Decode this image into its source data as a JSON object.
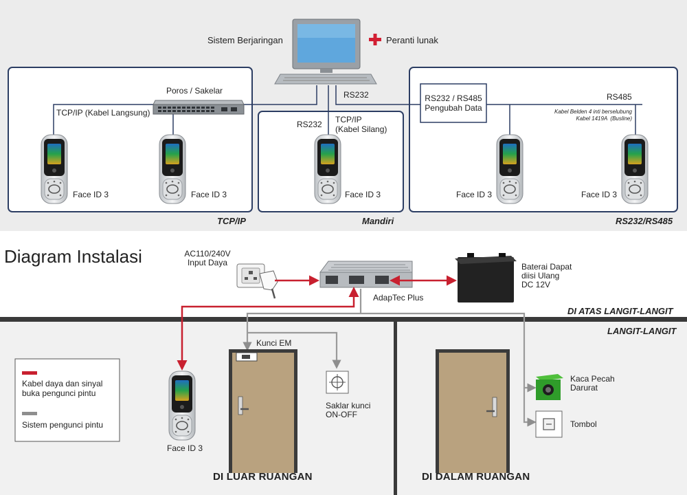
{
  "top": {
    "networked_system": "Sistem Berjaringan",
    "plus_software": "Peranti lunak",
    "rs232_top": "RS232",
    "switch_label": "Poros / Sakelar",
    "tcpip_direct": "TCP/IP (Kabel Langsung)",
    "rs232_mid": "RS232",
    "tcpip_cross": "TCP/IP\n(Kabel Silang)",
    "converter": "RS232 / RS485\nPengubah Data",
    "rs485": "RS485",
    "belden_note": "Kabel Belden 4 inti berselubung\nKabel 1419A  (Busline)",
    "device_label": "Face ID 3",
    "section_tcpip": "TCP/IP",
    "section_mandiri": "Mandiri",
    "section_rs": "RS232/RS485"
  },
  "install": {
    "title": "Diagram Instalasi",
    "power_input": "AC110/240V\nInput Daya",
    "adaptec": "AdapTec Plus",
    "battery": "Baterai Dapat\ndiisi Ulang\nDC 12V",
    "above_ceiling": "DI ATAS LANGIT-LANGIT",
    "ceiling": "LANGIT-LANGIT",
    "em_lock": "Kunci EM",
    "key_switch": "Saklar kunci\nON-OFF",
    "break_glass": "Kaca Pecah\nDarurat",
    "button": "Tombol",
    "device_label": "Face ID 3",
    "outside_room": "DI LUAR RUANGAN",
    "inside_room": "DI DALAM RUANGAN",
    "legend": {
      "red_label": "Kabel daya dan sinyal\nbuka pengunci pintu",
      "gray_label": "Sistem pengunci pintu",
      "red_color": "#c8202f",
      "gray_color": "#8e8e8e"
    }
  },
  "colors": {
    "frame": "#2c3d63",
    "band": "#ececec",
    "door": "#b9a27f",
    "door_frame": "#3b3b3b",
    "plus_red": "#d21f33",
    "red_cable": "#c8202f",
    "gray_cable": "#9a9a9a"
  }
}
